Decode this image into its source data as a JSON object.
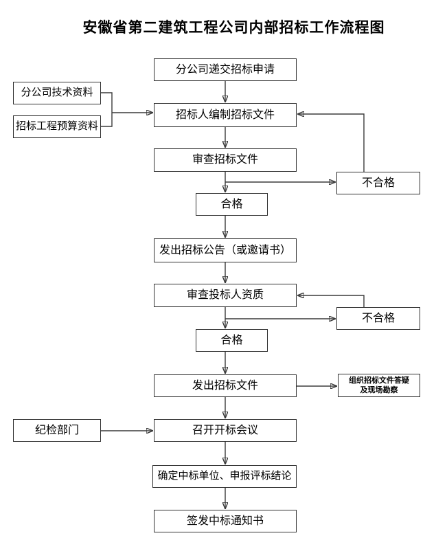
{
  "title": "安徽省第二建筑工程公司内部招标工作流程图",
  "colors": {
    "background": "#ffffff",
    "line": "#3a3a3a",
    "box_border": "#2e2e2e",
    "text": "#000000"
  },
  "nodes": {
    "submit_application": {
      "label": "分公司递交招标申请"
    },
    "tech_info": {
      "label": "分公司技术资料"
    },
    "budget_info": {
      "label": "招标工程预算资料"
    },
    "prepare_documents": {
      "label": "招标人编制招标文件"
    },
    "review_documents": {
      "label": "审查招标文件"
    },
    "unqualified_1": {
      "label": "不合格"
    },
    "qualified_1": {
      "label": "合格"
    },
    "issue_announcement": {
      "label": "发出招标公告（或邀请书）"
    },
    "review_bidders": {
      "label": "审查投标人资质"
    },
    "unqualified_2": {
      "label": "不合格"
    },
    "qualified_2": {
      "label": "合格"
    },
    "issue_bid_documents": {
      "label": "发出招标文件"
    },
    "qa_site_survey": {
      "line1": "组织招标文件答疑",
      "line2": "及现场勘察"
    },
    "discipline_dept": {
      "label": "纪检部门"
    },
    "bid_opening_meeting": {
      "label": "召开开标会议"
    },
    "determine_winner": {
      "label": "确定中标单位、申报评标结论"
    },
    "award_notice": {
      "label": "签发中标通知书"
    }
  },
  "edges": [
    {
      "from": "submit_application",
      "to": "prepare_documents"
    },
    {
      "from": "tech_info",
      "to": "prepare_documents"
    },
    {
      "from": "budget_info",
      "to": "prepare_documents"
    },
    {
      "from": "prepare_documents",
      "to": "review_documents"
    },
    {
      "from": "review_documents",
      "to": "qualified_1"
    },
    {
      "from": "review_documents",
      "to": "unqualified_1"
    },
    {
      "from": "unqualified_1",
      "to": "prepare_documents"
    },
    {
      "from": "qualified_1",
      "to": "issue_announcement"
    },
    {
      "from": "issue_announcement",
      "to": "review_bidders"
    },
    {
      "from": "review_bidders",
      "to": "qualified_2"
    },
    {
      "from": "review_bidders",
      "to": "unqualified_2"
    },
    {
      "from": "unqualified_2",
      "to": "review_bidders"
    },
    {
      "from": "qualified_2",
      "to": "issue_bid_documents"
    },
    {
      "from": "issue_bid_documents",
      "to": "qa_site_survey"
    },
    {
      "from": "issue_bid_documents",
      "to": "bid_opening_meeting"
    },
    {
      "from": "discipline_dept",
      "to": "bid_opening_meeting"
    },
    {
      "from": "bid_opening_meeting",
      "to": "determine_winner"
    },
    {
      "from": "determine_winner",
      "to": "award_notice"
    }
  ]
}
